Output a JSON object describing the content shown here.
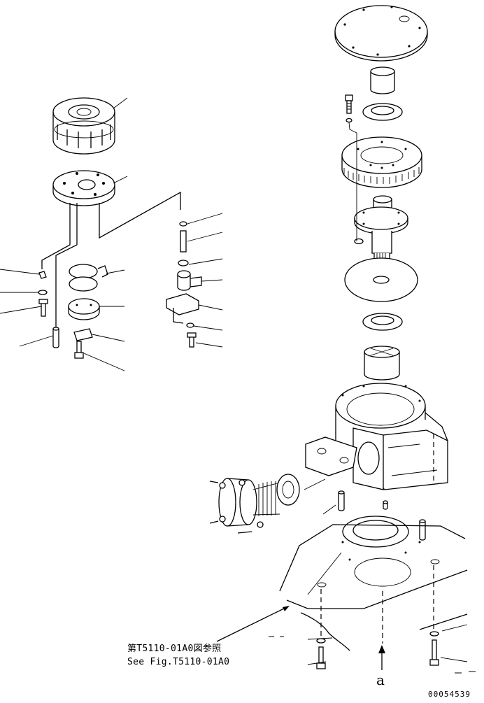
{
  "reference": {
    "line1": "第T5110-01A0図参照",
    "line2": "See Fig.T5110-01A0"
  },
  "view_label": "a",
  "drawing_code": "00054539"
}
